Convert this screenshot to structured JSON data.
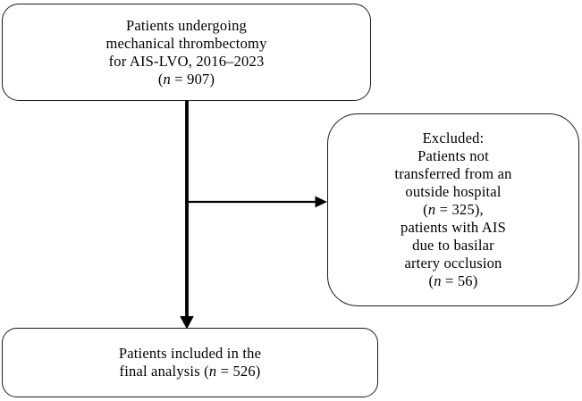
{
  "style": {
    "background": "#ffffff",
    "line_color": "#000000",
    "border_color": "#1c1c1c"
  },
  "nodes": {
    "enrollment": {
      "lines": [
        "Patients undergoing",
        "mechanical thrombectomy",
        "for AIS-LVO, 2016–2023"
      ],
      "n_line": {
        "pre": "(",
        "var": "n",
        "post": " = 907)"
      }
    },
    "excluded": {
      "title": "Excluded:",
      "lines_before": [
        "Patients not",
        "transferred from an",
        "outside hospital"
      ],
      "n_line_1": {
        "pre": "(",
        "var": "n",
        "post": " = 325),"
      },
      "lines_after": [
        "patients with AIS",
        "due to basilar",
        "artery occlusion"
      ],
      "n_line_2": {
        "pre": "(",
        "var": "n",
        "post": " = 56)"
      }
    },
    "included": {
      "lines": [
        "Patients included in the"
      ],
      "n_line": {
        "pre": "final analysis (",
        "var": "n",
        "post": " = 526)"
      }
    }
  }
}
